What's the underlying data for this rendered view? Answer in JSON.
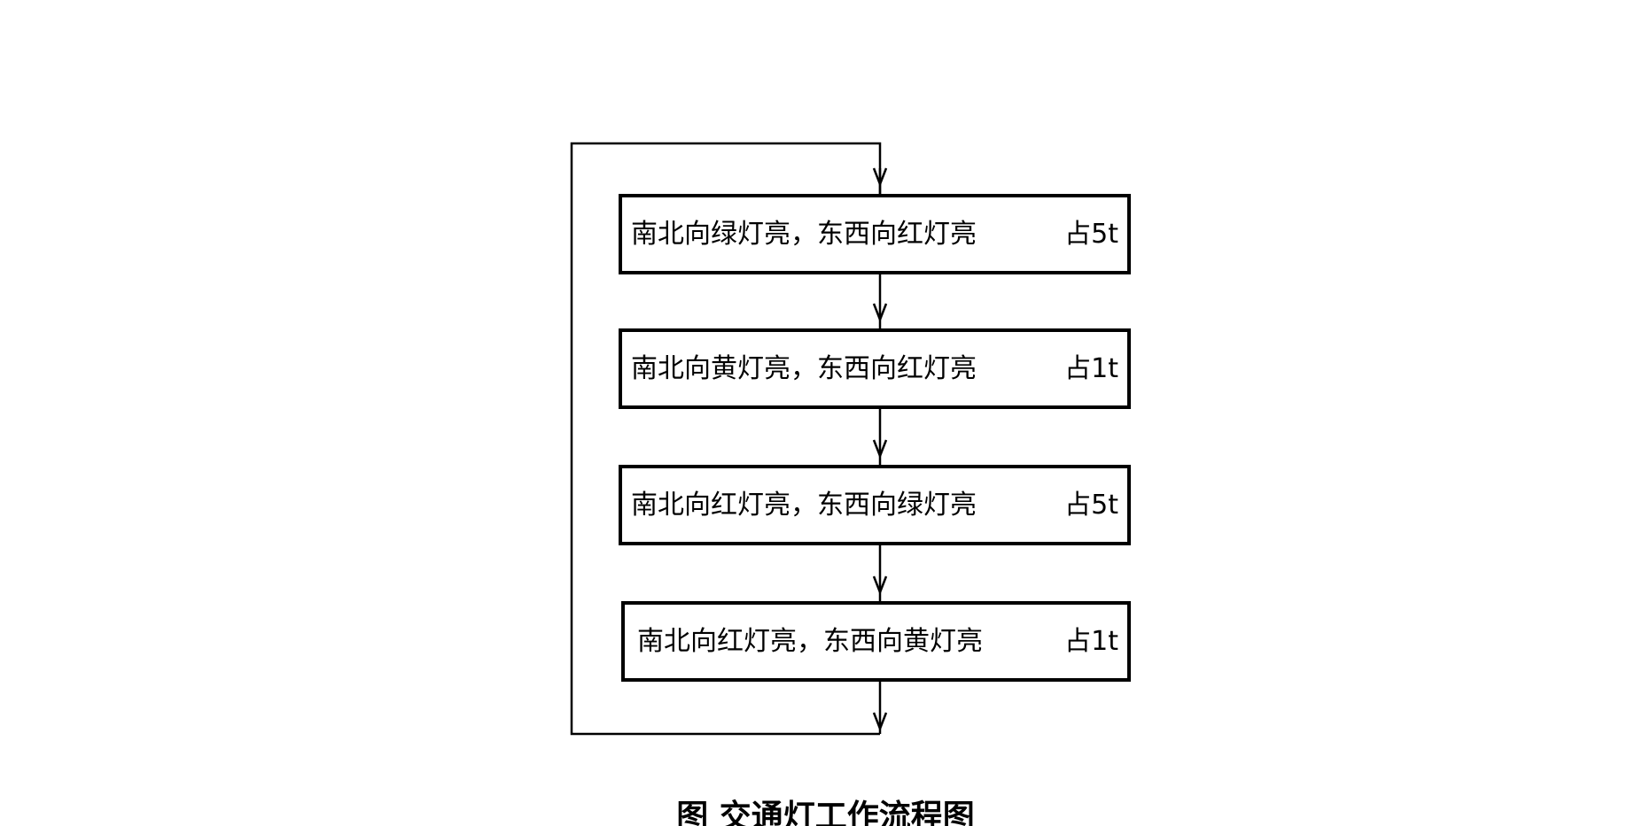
{
  "flowchart": {
    "steps": [
      {
        "text": "南北向绿灯亮，东西向红灯亮",
        "duration": "占5t"
      },
      {
        "text": "南北向黄灯亮，东西向红灯亮",
        "duration": "占1t"
      },
      {
        "text": "南北向红灯亮，东西向绿灯亮",
        "duration": "占5t"
      },
      {
        "text": "南北向红灯亮，东西向黄灯亮",
        "duration": "占1t"
      }
    ],
    "caption": "图    交通灯工作流程图"
  },
  "colors": {
    "line": "#000000",
    "background": "#ffffff"
  }
}
